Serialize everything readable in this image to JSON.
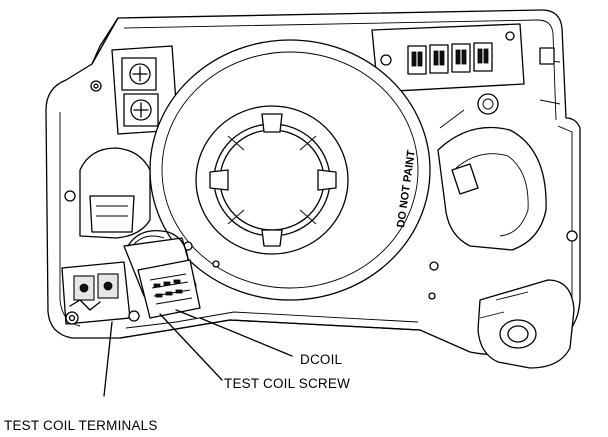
{
  "labels": {
    "dcoil": "DCOIL",
    "test_coil_screw": "TEST COIL SCREW",
    "test_coil_terminals": "TEST COIL TERMINALS",
    "do_not_paint": "DO NOT PAINT"
  },
  "colors": {
    "line": "#000000",
    "background": "#ffffff"
  }
}
